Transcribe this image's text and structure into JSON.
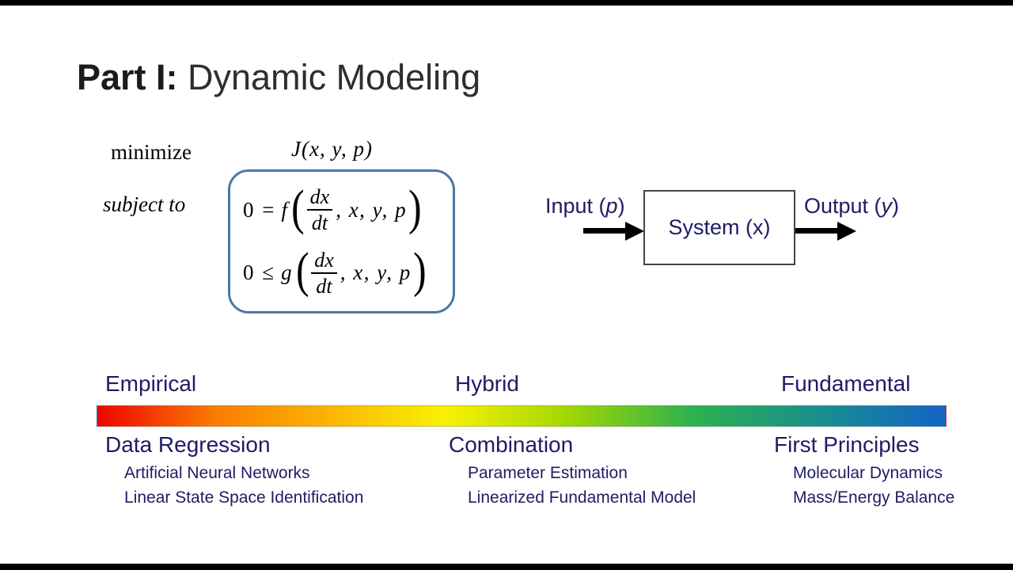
{
  "colors": {
    "text_navy": "#1e1c66",
    "equation_box_border": "#4d77a5",
    "arrow_black": "#000000",
    "title_black": "#1c1c1c",
    "background": "#ffffff",
    "letterbox": "#000000"
  },
  "title": {
    "bold": "Part I:",
    "regular": " Dynamic Modeling"
  },
  "optimization": {
    "minimize_label": "minimize",
    "objective": "J(x, y, p)",
    "subject_to_label": "subject to",
    "constraints": [
      {
        "lhs": "0 =",
        "func": "f",
        "open": "(",
        "numerator": "dx",
        "denominator": "dt",
        "args": ", x, y, p",
        "close": ")"
      },
      {
        "lhs": "0 ≤",
        "func": "g",
        "open": "(",
        "numerator": "dx",
        "denominator": "dt",
        "args": ", x, y, p",
        "close": ")"
      }
    ]
  },
  "diagram": {
    "input": {
      "pre": "Input (",
      "var": "p",
      "post": ")"
    },
    "system": {
      "pre": "System (",
      "var": "x",
      "post": ")"
    },
    "output": {
      "pre": "Output (",
      "var": "y",
      "post": ")"
    }
  },
  "spectrum": {
    "top_labels": [
      "Empirical",
      "Hybrid",
      "Fundamental"
    ],
    "gradient_stops": [
      "#ee0400 0%",
      "#fb7d00 14%",
      "#f9b301 27%",
      "#f9f101 41%",
      "#a4d801 55%",
      "#2eb24c 70%",
      "#188f8f 85%",
      "#1463c6 100%"
    ],
    "columns": [
      {
        "heading": "Data Regression",
        "items": [
          "Artificial Neural Networks",
          "Linear State Space Identification"
        ]
      },
      {
        "heading": "Combination",
        "items": [
          "Parameter Estimation",
          "Linearized Fundamental Model"
        ]
      },
      {
        "heading": "First Principles",
        "items": [
          "Molecular Dynamics",
          "Mass/Energy Balance"
        ]
      }
    ]
  }
}
